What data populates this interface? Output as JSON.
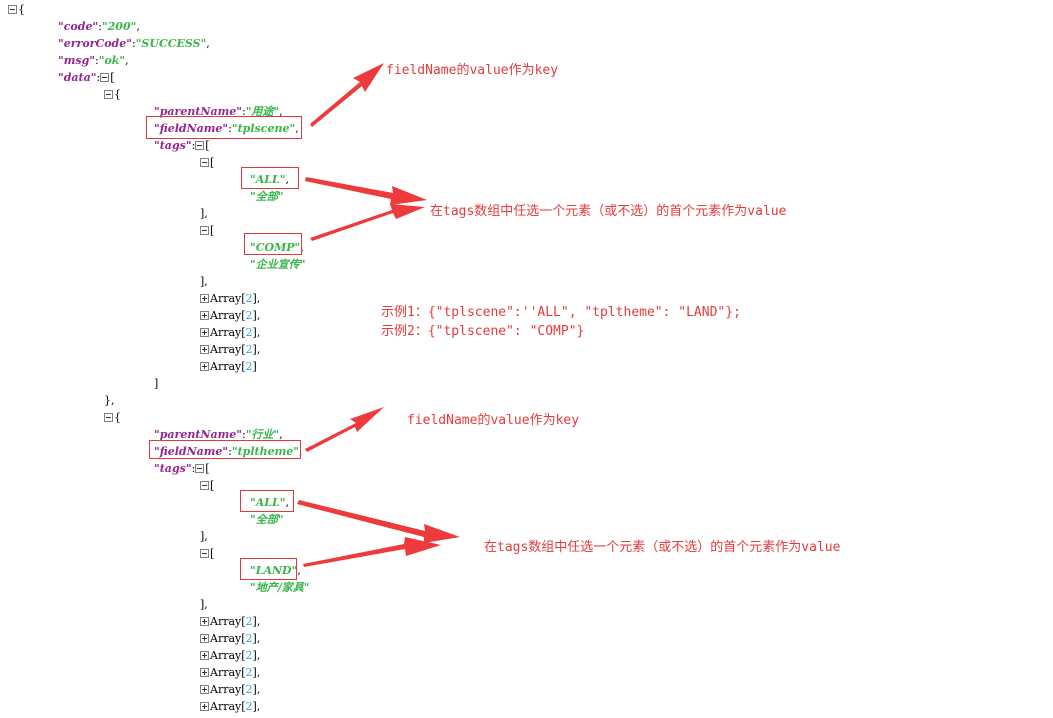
{
  "colors": {
    "key": "#92278f",
    "string": "#3ab54a",
    "number": "#25aae2",
    "annotation": "#e63b3b"
  },
  "icons": {
    "collapse": "minus-box-icon",
    "expand": "plus-box-icon"
  },
  "json_view": {
    "lines": [
      {
        "indent": 0,
        "toggle": "collapse",
        "parts": [
          [
            "p",
            "{"
          ]
        ]
      },
      {
        "indent": 1,
        "parts": [
          [
            "k",
            "\"code\""
          ],
          [
            "p",
            ":"
          ],
          [
            "s",
            "\"200\""
          ],
          [
            "p",
            ","
          ]
        ]
      },
      {
        "indent": 1,
        "parts": [
          [
            "k",
            "\"errorCode\""
          ],
          [
            "p",
            ":"
          ],
          [
            "s",
            "\"SUCCESS\""
          ],
          [
            "p",
            ","
          ]
        ]
      },
      {
        "indent": 1,
        "parts": [
          [
            "k",
            "\"msg\""
          ],
          [
            "p",
            ":"
          ],
          [
            "s",
            "\"ok\""
          ],
          [
            "p",
            ","
          ]
        ]
      },
      {
        "indent": 1,
        "toggle_after": "collapse",
        "parts": [
          [
            "k",
            "\"data\""
          ],
          [
            "p",
            ":"
          ]
        ],
        "tail": [
          [
            "p",
            "["
          ]
        ]
      },
      {
        "indent": 2,
        "toggle": "collapse",
        "parts": [
          [
            "p",
            "{"
          ]
        ]
      },
      {
        "indent": 3,
        "parts": [
          [
            "k",
            "\"parentName\""
          ],
          [
            "p",
            ":"
          ],
          [
            "s",
            "\"用途\""
          ],
          [
            "p",
            ","
          ]
        ]
      },
      {
        "indent": 3,
        "parts": [
          [
            "k",
            "\"fieldName\""
          ],
          [
            "p",
            ":"
          ],
          [
            "s",
            "\"tplscene\""
          ],
          [
            "p",
            ","
          ]
        ]
      },
      {
        "indent": 3,
        "toggle_after": "collapse",
        "parts": [
          [
            "k",
            "\"tags\""
          ],
          [
            "p",
            ":"
          ]
        ],
        "tail": [
          [
            "p",
            "["
          ]
        ]
      },
      {
        "indent": 4,
        "toggle": "collapse",
        "parts": [
          [
            "p",
            "["
          ]
        ]
      },
      {
        "indent": 5,
        "parts": [
          [
            "s",
            "\"ALL\""
          ],
          [
            "p",
            ","
          ]
        ]
      },
      {
        "indent": 5,
        "parts": [
          [
            "s",
            "\"全部\""
          ]
        ]
      },
      {
        "indent": 4,
        "parts": [
          [
            "p",
            "],"
          ]
        ]
      },
      {
        "indent": 4,
        "toggle": "collapse",
        "parts": [
          [
            "p",
            "["
          ]
        ]
      },
      {
        "indent": 5,
        "parts": [
          [
            "s",
            "\"COMP\""
          ],
          [
            "p",
            ","
          ]
        ]
      },
      {
        "indent": 5,
        "parts": [
          [
            "s",
            "\"企业宣传\""
          ]
        ]
      },
      {
        "indent": 4,
        "parts": [
          [
            "p",
            "],"
          ]
        ]
      },
      {
        "indent": 4,
        "toggle": "expand",
        "parts": [
          [
            "arr",
            "Array["
          ],
          [
            "n",
            "2"
          ],
          [
            "arr",
            "],"
          ]
        ]
      },
      {
        "indent": 4,
        "toggle": "expand",
        "parts": [
          [
            "arr",
            "Array["
          ],
          [
            "n",
            "2"
          ],
          [
            "arr",
            "],"
          ]
        ]
      },
      {
        "indent": 4,
        "toggle": "expand",
        "parts": [
          [
            "arr",
            "Array["
          ],
          [
            "n",
            "2"
          ],
          [
            "arr",
            "],"
          ]
        ]
      },
      {
        "indent": 4,
        "toggle": "expand",
        "parts": [
          [
            "arr",
            "Array["
          ],
          [
            "n",
            "2"
          ],
          [
            "arr",
            "],"
          ]
        ]
      },
      {
        "indent": 4,
        "toggle": "expand",
        "parts": [
          [
            "arr",
            "Array["
          ],
          [
            "n",
            "2"
          ],
          [
            "arr",
            "]"
          ]
        ]
      },
      {
        "indent": 3,
        "parts": [
          [
            "p",
            "]"
          ]
        ]
      },
      {
        "indent": 2,
        "parts": [
          [
            "p",
            "},"
          ]
        ]
      },
      {
        "indent": 2,
        "toggle": "collapse",
        "parts": [
          [
            "p",
            "{"
          ]
        ]
      },
      {
        "indent": 3,
        "parts": [
          [
            "k",
            "\"parentName\""
          ],
          [
            "p",
            ":"
          ],
          [
            "s",
            "\"行业\""
          ],
          [
            "p",
            ","
          ]
        ]
      },
      {
        "indent": 3,
        "parts": [
          [
            "k",
            "\"fieldName\""
          ],
          [
            "p",
            ":"
          ],
          [
            "s",
            "\"tpltheme\""
          ],
          [
            "p",
            ","
          ]
        ]
      },
      {
        "indent": 3,
        "toggle_after": "collapse",
        "parts": [
          [
            "k",
            "\"tags\""
          ],
          [
            "p",
            ":"
          ]
        ],
        "tail": [
          [
            "p",
            "["
          ]
        ]
      },
      {
        "indent": 4,
        "toggle": "collapse",
        "parts": [
          [
            "p",
            "["
          ]
        ]
      },
      {
        "indent": 5,
        "parts": [
          [
            "s",
            "\"ALL\""
          ],
          [
            "p",
            ","
          ]
        ]
      },
      {
        "indent": 5,
        "parts": [
          [
            "s",
            "\"全部\""
          ]
        ]
      },
      {
        "indent": 4,
        "parts": [
          [
            "p",
            "],"
          ]
        ]
      },
      {
        "indent": 4,
        "toggle": "collapse",
        "parts": [
          [
            "p",
            "["
          ]
        ]
      },
      {
        "indent": 5,
        "parts": [
          [
            "s",
            "\"LAND\""
          ],
          [
            "p",
            ","
          ]
        ]
      },
      {
        "indent": 5,
        "parts": [
          [
            "s",
            "\"地产/家具\""
          ]
        ]
      },
      {
        "indent": 4,
        "parts": [
          [
            "p",
            "],"
          ]
        ]
      },
      {
        "indent": 4,
        "toggle": "expand",
        "parts": [
          [
            "arr",
            "Array["
          ],
          [
            "n",
            "2"
          ],
          [
            "arr",
            "],"
          ]
        ]
      },
      {
        "indent": 4,
        "toggle": "expand",
        "parts": [
          [
            "arr",
            "Array["
          ],
          [
            "n",
            "2"
          ],
          [
            "arr",
            "],"
          ]
        ]
      },
      {
        "indent": 4,
        "toggle": "expand",
        "parts": [
          [
            "arr",
            "Array["
          ],
          [
            "n",
            "2"
          ],
          [
            "arr",
            "],"
          ]
        ]
      },
      {
        "indent": 4,
        "toggle": "expand",
        "parts": [
          [
            "arr",
            "Array["
          ],
          [
            "n",
            "2"
          ],
          [
            "arr",
            "],"
          ]
        ]
      },
      {
        "indent": 4,
        "toggle": "expand",
        "parts": [
          [
            "arr",
            "Array["
          ],
          [
            "n",
            "2"
          ],
          [
            "arr",
            "],"
          ]
        ]
      },
      {
        "indent": 4,
        "toggle": "expand",
        "parts": [
          [
            "arr",
            "Array["
          ],
          [
            "n",
            "2"
          ],
          [
            "arr",
            "],"
          ]
        ]
      }
    ]
  },
  "annotations": {
    "key_note_1": "fieldName的value作为key",
    "value_note_1": "在tags数组中任选一个元素（或不选）的首个元素作为value",
    "example_1": "示例1：{\"tplscene\":''ALL\", \"tpltheme\": \"LAND\"};",
    "example_2": "示例2：{\"tplscene\": \"COMP\"}",
    "key_note_2": "fieldName的value作为key",
    "value_note_2": "在tags数组中任选一个元素（或不选）的首个元素作为value"
  }
}
